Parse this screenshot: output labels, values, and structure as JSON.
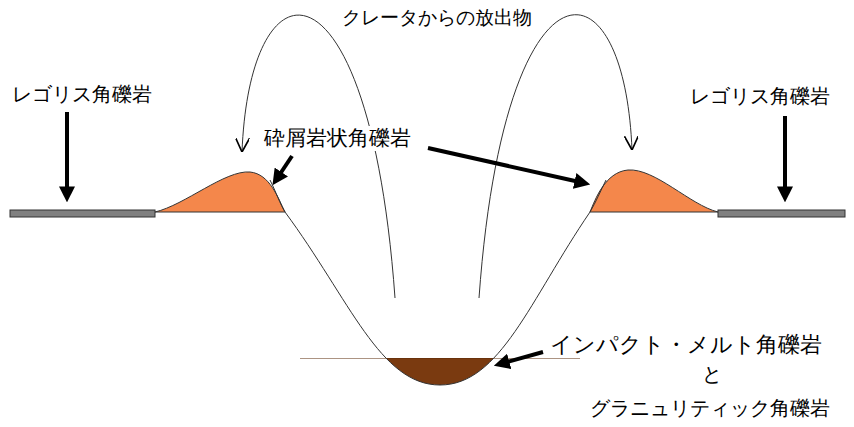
{
  "diagram": {
    "labels": [
      "クレータからの放出物",
      "レゴリス角礫岩",
      "砕屑岩状角礫岩",
      "レゴリス角礫岩",
      "インパクト・メルト角礫岩",
      "と",
      "グラニュリティック角礫岩"
    ]
  }
}
